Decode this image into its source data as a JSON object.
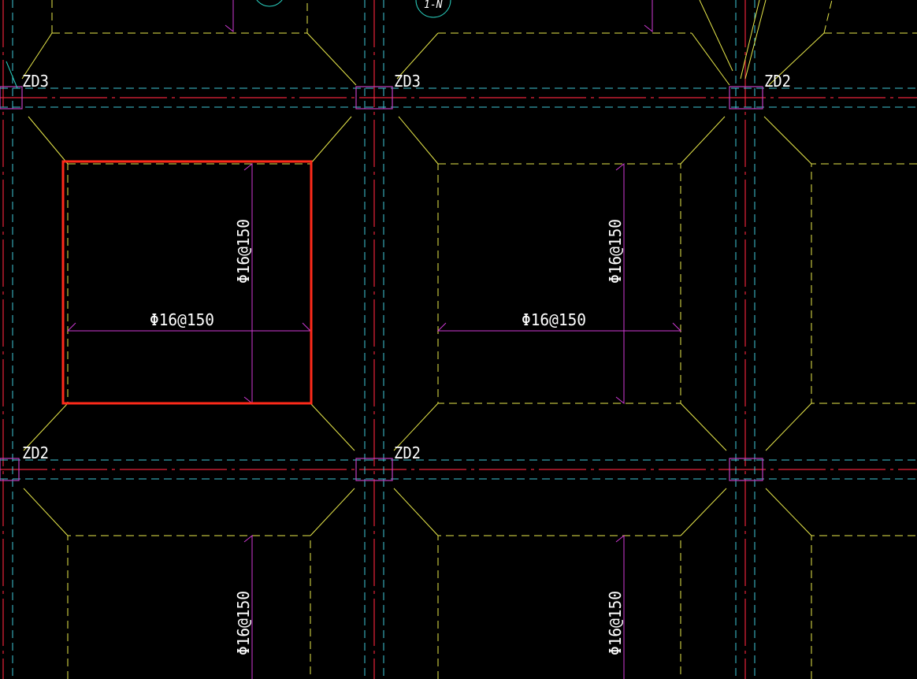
{
  "drawing": {
    "column_labels": [
      "ZD3",
      "ZD3",
      "ZD2",
      "ZD2",
      "ZD2"
    ],
    "rebar_labels": [
      "Φ16@150",
      "Φ16@150",
      "Φ16@150",
      "Φ16@150",
      "Φ16@150",
      "Φ16@150"
    ],
    "partial_callout": "1-N"
  },
  "colors": {
    "background": "#000000",
    "axis_red": "#e8233a",
    "axis_cyan": "#3fc8d8",
    "outline_yellow": "#e8e84a",
    "rebar_magenta": "#d03ad6",
    "column_fill": "#7a2a7a",
    "selection_red": "#ff2a1a",
    "text_white": "#ffffff",
    "callout_cyan": "#2ad0c0"
  }
}
